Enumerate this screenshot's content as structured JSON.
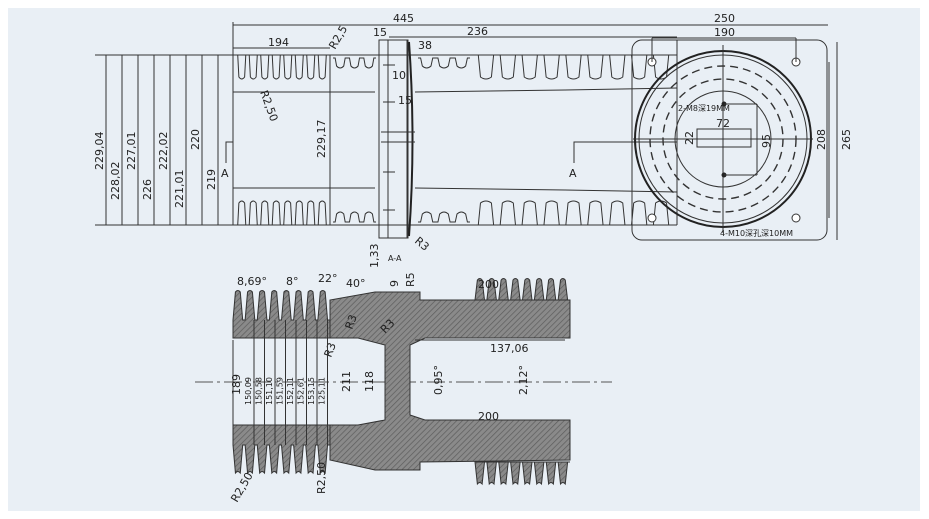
{
  "front_view": {
    "overall_length": "445",
    "left_length": "194",
    "right_length": "236",
    "flange_offset": "15",
    "flange_width": "38",
    "radius_top": "R2,5",
    "radius_fin": "R2,50",
    "radius_flange": "R3",
    "slot_a": "10",
    "slot_b": "15",
    "inner_diameter": "229,17",
    "fin_diameters": [
      "229,04",
      "228,02",
      "227,01",
      "226",
      "222,02",
      "221,01",
      "220",
      "219"
    ],
    "section_marker_left": "A",
    "section_marker_right": "A",
    "section_label": "A-A"
  },
  "end_view": {
    "width": "250",
    "bolt_spacing_h": "190",
    "height_outer": "265",
    "bolt_spacing_v": "208",
    "inner_spacing": "95",
    "slot_width": "72",
    "slot_height": "22",
    "insert_note": "2-M8深19MM",
    "bolt_note": "4-M10深孔深10MM"
  },
  "section_view": {
    "angles": [
      "8,69°",
      "8°",
      "22°",
      "40°"
    ],
    "dim_133": "1,33",
    "dim_9": "9",
    "radius_r5": "R5",
    "length_top": "200",
    "length_bottom": "200",
    "bore_len": "137,06",
    "taper_a": "0,95°",
    "taper_b": "2,12°",
    "radius_r3_a": "R3",
    "radius_r3_b": "R3",
    "radius_r3_c": "R3",
    "radius_bottom_left": "R2,50",
    "radius_bottom_mid": "R2,50",
    "diam_189": "189",
    "fin_diameters": [
      "150,09",
      "150,58",
      "151,10",
      "151,59",
      "152,11",
      "152,61",
      "153,15",
      "125,11"
    ],
    "diam_211": "211",
    "diam_118": "118"
  }
}
